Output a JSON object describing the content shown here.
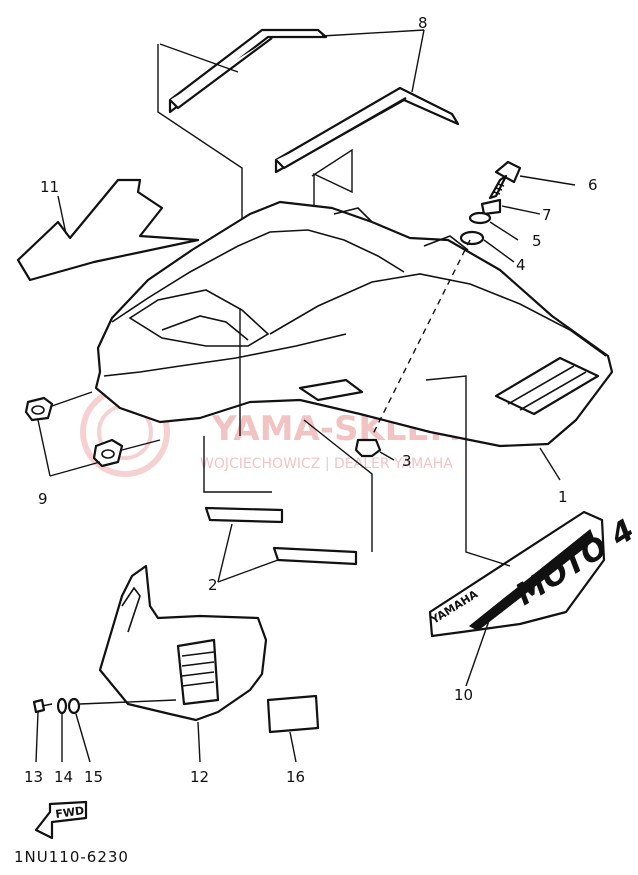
{
  "diagram_code": "1NU110-6230",
  "direction_label": "FWD",
  "decal": {
    "brand": "YAMAHA",
    "model": "MOTO 4"
  },
  "watermark": {
    "line1": "YAMA-SKLEP.PL",
    "line2": "WOJCIECHOWICZ | DEALER YAMAHA",
    "color": "#e47b7b"
  },
  "callouts": [
    "1",
    "2",
    "3",
    "4",
    "5",
    "6",
    "7",
    "8",
    "9",
    "10",
    "11",
    "12",
    "13",
    "14",
    "15",
    "16"
  ]
}
